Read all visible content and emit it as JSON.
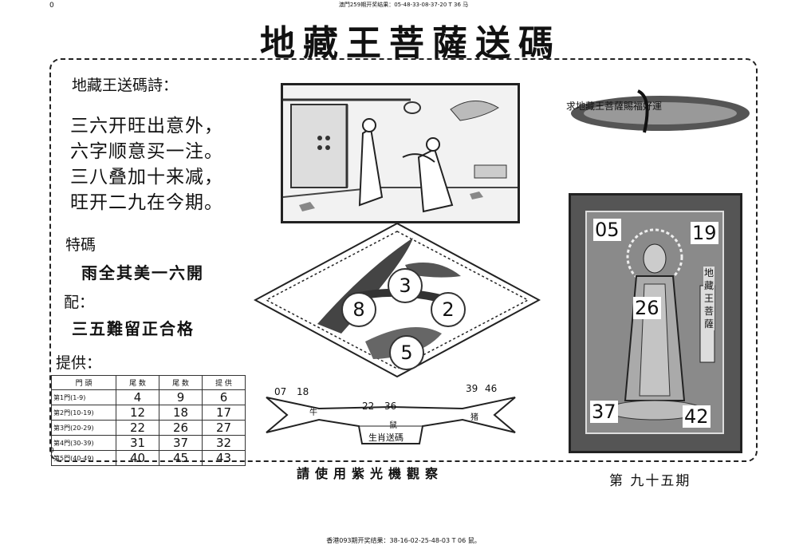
{
  "header": {
    "top_note": "澳門259期开奖结果：05-48-33-08-37-20 T 36 马",
    "corner_mark": "0",
    "title": "地藏王菩薩送碼"
  },
  "poem": {
    "title": "地藏王送碼詩：",
    "lines": [
      "三六开旺出意外，",
      "六字顺意买一注。",
      "三八叠加十来减，",
      "旺开二九在今期。"
    ]
  },
  "special": {
    "label": "特碼",
    "text": "雨全其美一六開"
  },
  "pair": {
    "label": "配：",
    "text": "三五難留正合格"
  },
  "provide": {
    "label": "提供："
  },
  "table": {
    "headers": [
      "門 頭",
      "尾 数",
      "尾 数",
      "提 供"
    ],
    "rows": [
      {
        "label": "第1門(1-9)",
        "cells": [
          "4",
          "9",
          "6"
        ]
      },
      {
        "label": "第2門(10-19)",
        "cells": [
          "12",
          "18",
          "17"
        ]
      },
      {
        "label": "第3門(20-29)",
        "cells": [
          "22",
          "26",
          "27"
        ]
      },
      {
        "label": "第4門(30-39)",
        "cells": [
          "31",
          "37",
          "32"
        ]
      },
      {
        "label": "第5門(40-49)",
        "cells": [
          "40",
          "45",
          "43"
        ]
      }
    ],
    "corner_mark": "0"
  },
  "banner": {
    "text": "求地藏王菩薩賜福好運"
  },
  "diamond": {
    "balls": [
      "3",
      "8",
      "2",
      "5"
    ]
  },
  "ribbon": {
    "numbers_left": [
      "07",
      "18"
    ],
    "numbers_center": [
      "22",
      "36"
    ],
    "numbers_right": [
      "39",
      "46"
    ],
    "tag_left": "牛",
    "tag_center": "鼠",
    "tag_right": "猪",
    "label": "生肖送碼"
  },
  "god_panel": {
    "tl": "05",
    "tr": "19",
    "center": "26",
    "bl": "37",
    "br": "42",
    "side_text": "地藏王菩薩"
  },
  "footer": {
    "note": "請使用紫光機觀察",
    "issue": "第 九十五期",
    "bottom_note": "香港093期开奖结果：38-16-02-25-48-03 T 06 鼠。"
  },
  "colors": {
    "ink": "#111111",
    "panel_dark": "#555555",
    "panel_mid": "#8a8a8a"
  }
}
